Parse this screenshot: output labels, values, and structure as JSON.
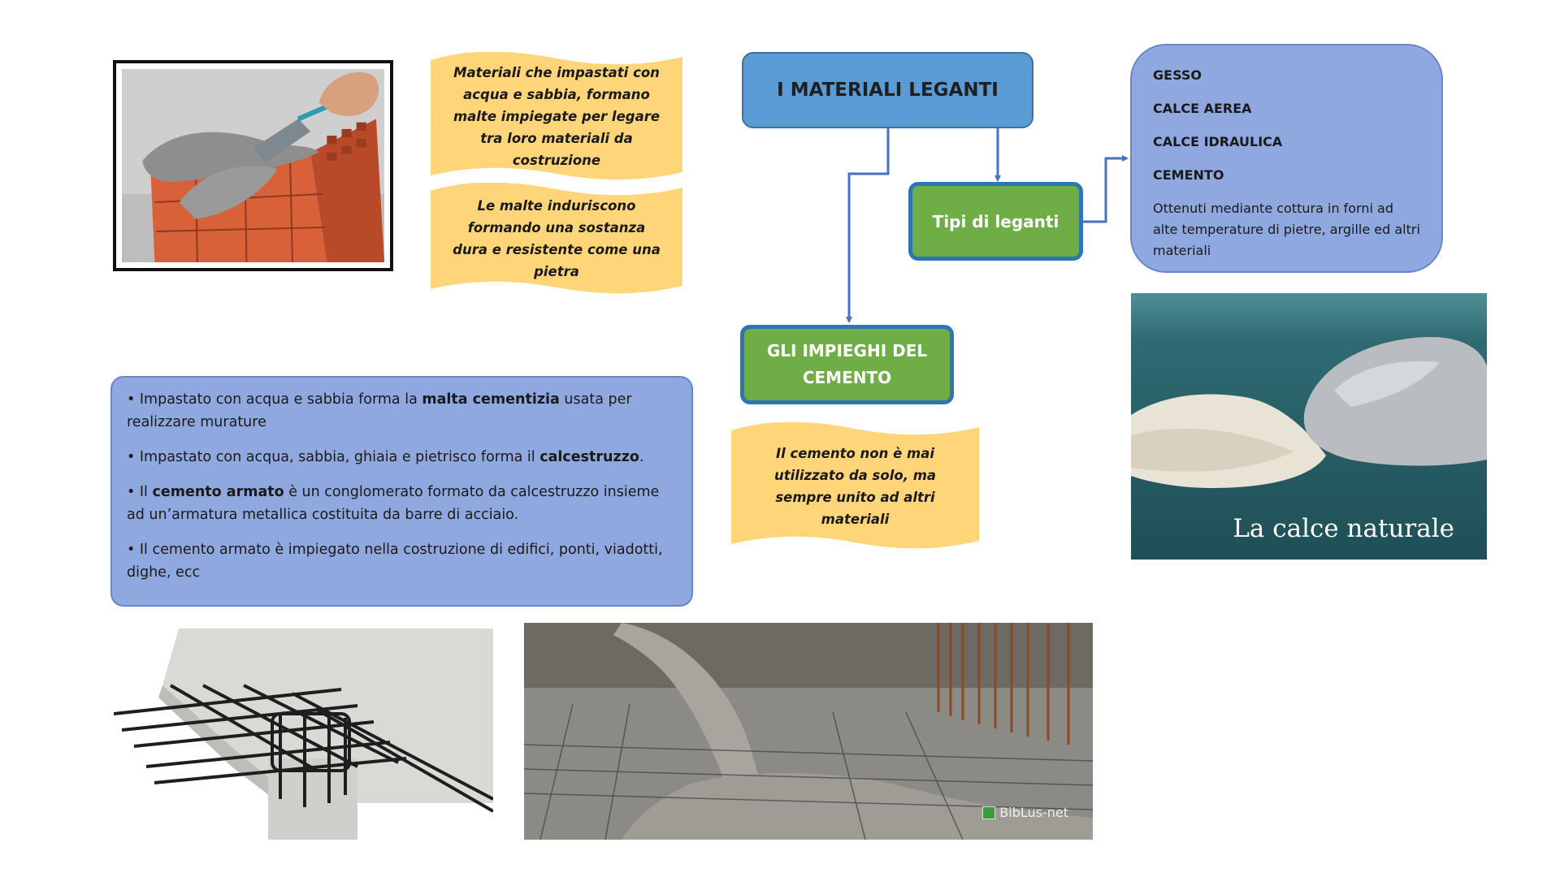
{
  "title": "I MATERIALI LEGANTI",
  "notes": {
    "definition": "Materiali che impastati con acqua e sabbia, formano malte impiegate per legare tra loro materiali da costruzione",
    "hardening": "Le malte induriscono formando una sostanza dura e resistente come una pietra",
    "cement_note": "Il cemento non è mai utilizzato da solo, ma sempre unito ad altri materiali"
  },
  "types_node": {
    "label": "Tipi di leganti"
  },
  "types_list": {
    "items": [
      "GESSO",
      "CALCE AEREA",
      "CALCE IDRAULICA",
      "CEMENTO"
    ],
    "description": "Ottenuti mediante cottura in forni ad alte temperature di pietre, argille ed altri materiali"
  },
  "uses_node": {
    "label": "GLI IMPIEGHI DEL CEMENTO"
  },
  "uses_list": {
    "b1_pre": "Impastato con acqua e sabbia forma la ",
    "b1_bold": "malta cementizia",
    "b1_post": " usata per realizzare murature",
    "b2_pre": "Impastato con acqua, sabbia, ghiaia e pietrisco forma il ",
    "b2_bold": "calcestruzzo",
    "b2_post": ".",
    "b3_pre": "Il ",
    "b3_bold": "cemento armato",
    "b3_post": " è un conglomerato formato da calcestruzzo insieme ad un’armatura metallica costituita da barre di acciaio.",
    "b4": "Il cemento armato è impiegato nella costruzione di edifici, ponti, viadotti, dighe, ecc"
  },
  "images": {
    "lime_caption": "La calce naturale",
    "pour_watermark": "BibLus-net"
  },
  "colors": {
    "title_fill": "#5b9bd5",
    "node_fill": "#6fad47",
    "node_border": "#2e75b6",
    "list_fill": "#8fa8e0",
    "note_fill": "#ffd57a",
    "connector": "#4472c4"
  }
}
